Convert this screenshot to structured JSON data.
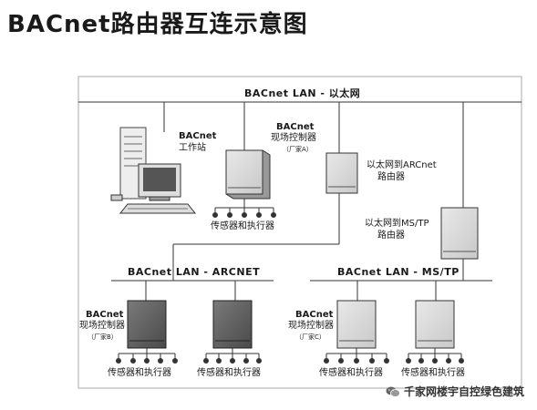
{
  "title": "BACnet路由器互连示意图",
  "networks": {
    "ethernet": "BACnet LAN - 以太网",
    "arcnet": "BACnet LAN - ARCNET",
    "mstp": "BACnet LAN - MS/TP"
  },
  "nodes": {
    "workstation": {
      "line1": "BACnet",
      "line2": "工作站"
    },
    "controller_a": {
      "line1": "BACnet",
      "line2": "现场控制器",
      "vendor": "（厂家A）"
    },
    "router_arcnet": {
      "line1": "以太网到ARCnet",
      "line2": "路由器"
    },
    "router_mstp": {
      "line1": "以太网到MS/TP",
      "line2": "路由器"
    },
    "controller_b": {
      "line1": "BACnet",
      "line2": "现场控制器",
      "vendor": "（厂家B）"
    },
    "controller_c": {
      "line1": "BACnet",
      "line2": "现场控制器",
      "vendor": "（厂家C）"
    }
  },
  "sensors_label": "传感器和执行器",
  "watermark": "千家网楼宇自控绿色建筑",
  "watermark_icon": "wechat-icon"
}
